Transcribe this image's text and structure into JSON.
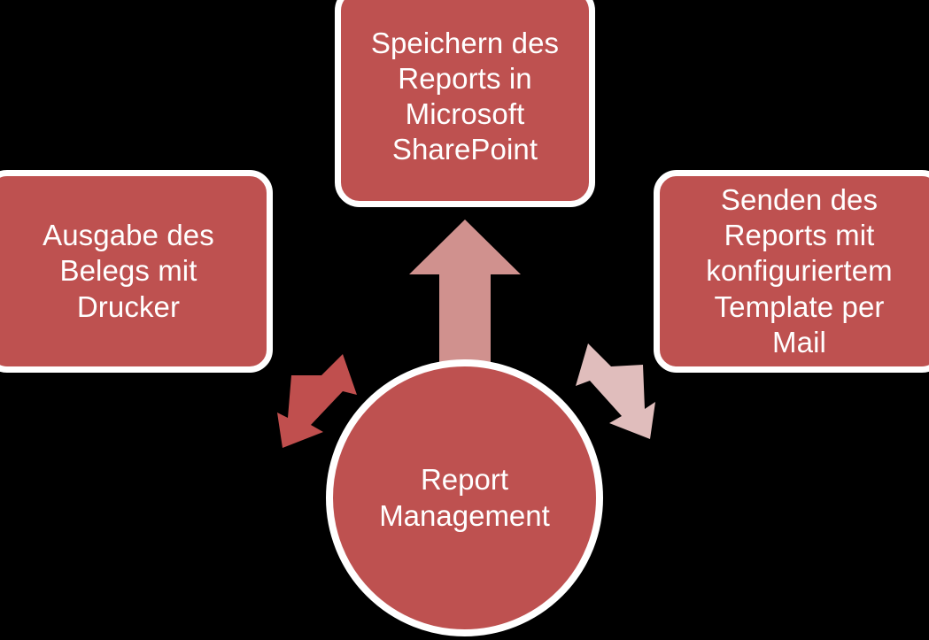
{
  "diagram": {
    "title": "Report Management",
    "type": "radial-hub-and-spoke",
    "background_color": "#000000",
    "node_fill_color": "#be5150",
    "node_border_color": "#ffffff",
    "node_text_color": "#ffffff",
    "hub": {
      "label": "Report\nManagement",
      "shape": "circle",
      "fill_color": "#be5150"
    },
    "nodes": [
      {
        "id": "sharepoint",
        "label": "Speichern des\nReports in\nMicrosoft\nSharePoint",
        "position": "top",
        "shape": "rounded-rectangle",
        "fill_color": "#be5150"
      },
      {
        "id": "printer",
        "label": "Ausgabe des\nBelegs mit\nDrucker",
        "position": "left",
        "shape": "rounded-rectangle",
        "fill_color": "#be5150"
      },
      {
        "id": "mail",
        "label": "Senden des\nReports mit\nkonfiguriertem\nTemplate per\nMail",
        "position": "right",
        "shape": "rounded-rectangle",
        "fill_color": "#be5150"
      }
    ],
    "connectors": [
      {
        "id": "hub-to-sharepoint",
        "from": "hub",
        "to": "sharepoint",
        "direction": "up",
        "color": "#d0918e"
      },
      {
        "id": "hub-to-printer",
        "from": "hub",
        "to": "printer",
        "direction": "up-left",
        "color": "#c04f4e"
      },
      {
        "id": "hub-to-mail",
        "from": "hub",
        "to": "mail",
        "direction": "up-right",
        "color": "#e0bdbc"
      }
    ]
  }
}
